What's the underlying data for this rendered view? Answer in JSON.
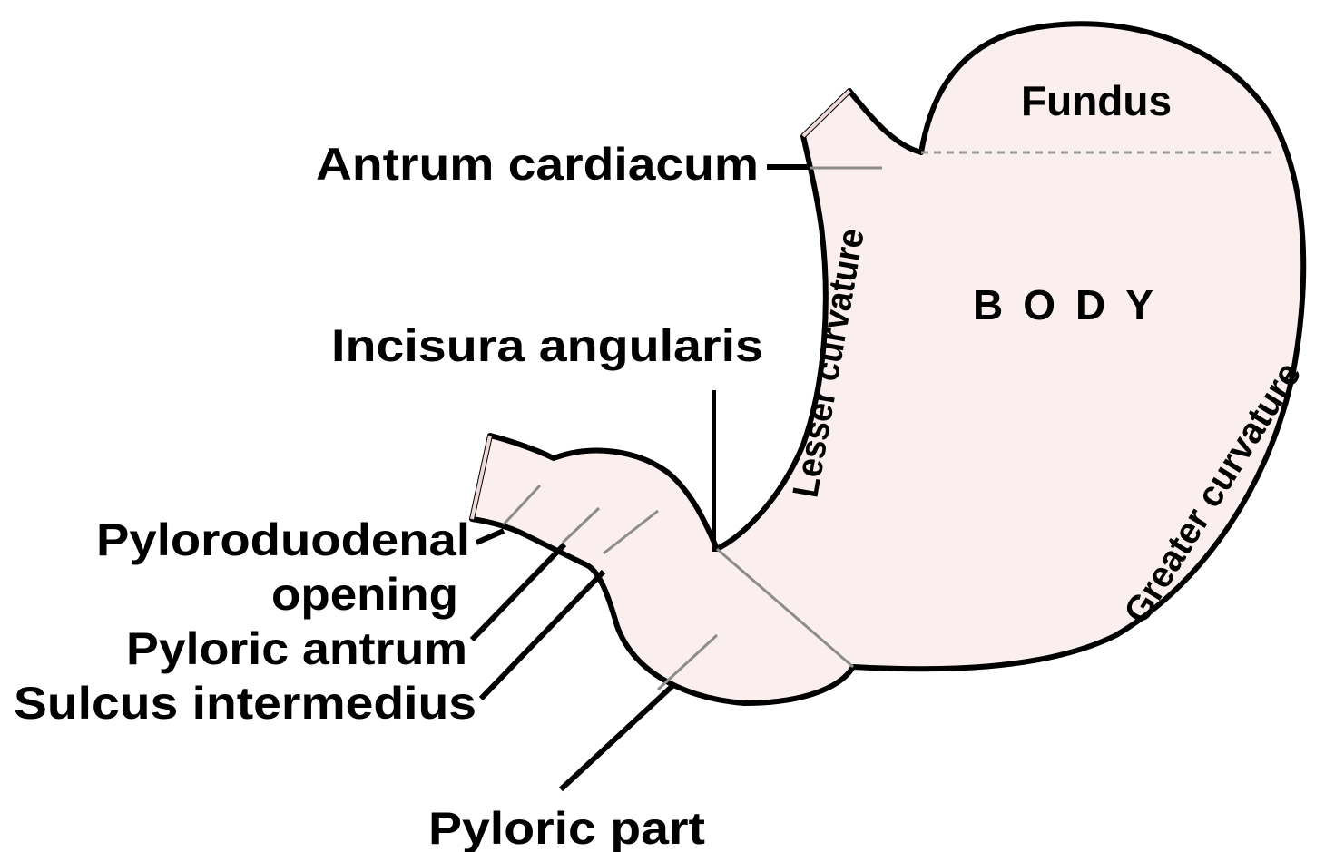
{
  "diagram": {
    "labels": {
      "fundus": "Fundus",
      "body": "BODY",
      "antrum_cardiacum": "Antrum cardiacum",
      "incisura_angularis": "Incisura angularis",
      "lesser_curvature": "Lesser curvature",
      "greater_curvature": "Greater curvature",
      "pyloroduodenal_opening_line1": "Pyloroduodenal",
      "pyloroduodenal_opening_line2": "opening",
      "pyloric_antrum": "Pyloric antrum",
      "sulcus_intermedius": "Sulcus intermedius",
      "pyloric_part": "Pyloric part"
    },
    "colors": {
      "stomach_fill": "#fbeeee",
      "outline": "#000000",
      "divider": "#9a9a9a"
    }
  }
}
